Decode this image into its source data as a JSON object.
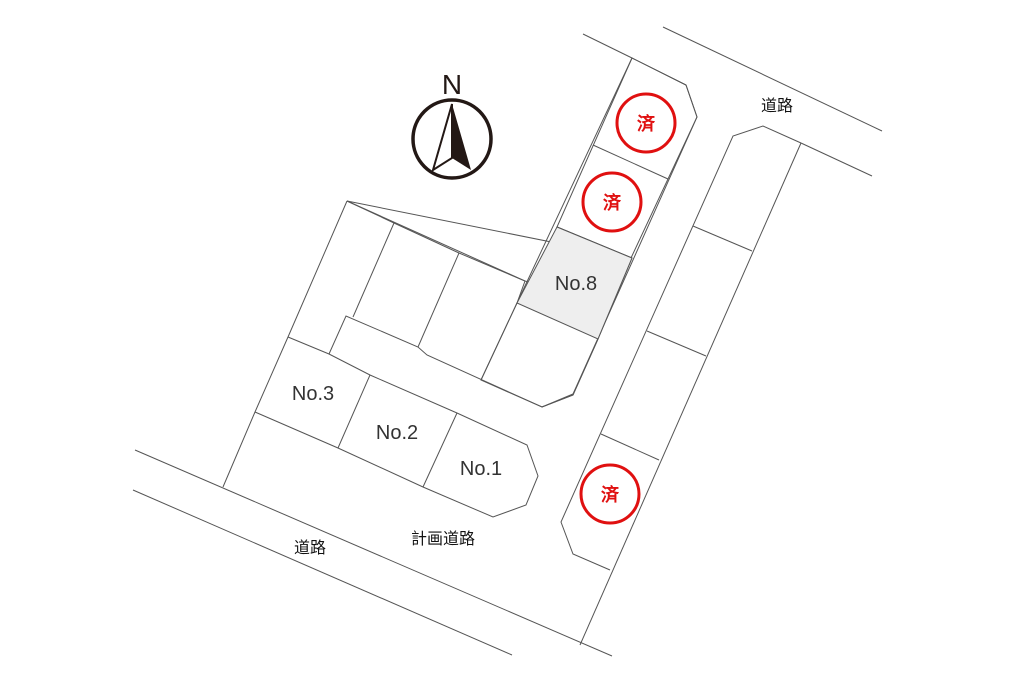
{
  "compass": {
    "label": "N"
  },
  "roads": {
    "north_east": "道路",
    "south_west": "道路",
    "planned": "計画道路"
  },
  "lots": [
    {
      "id": "no1",
      "label": "No.1",
      "status": "available"
    },
    {
      "id": "no2",
      "label": "No.2",
      "status": "available"
    },
    {
      "id": "no3",
      "label": "No.3",
      "status": "available"
    },
    {
      "id": "no8",
      "label": "No.8",
      "status": "highlighted"
    }
  ],
  "sold_stamp": {
    "label": "済",
    "count": 3
  },
  "colors": {
    "stamp": "#e01010",
    "highlight": "#eeeeee",
    "line": "#555555"
  }
}
